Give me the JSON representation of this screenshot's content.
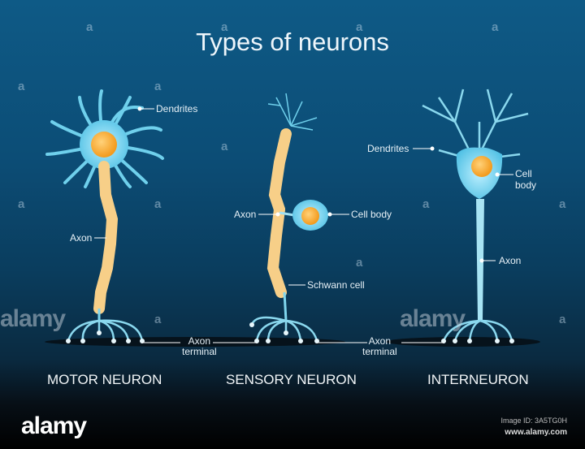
{
  "title": "Types of neurons",
  "neurons": [
    {
      "name": "MOTOR NEURON",
      "labels": {
        "dendrites": "Dendrites",
        "axon": "Axon"
      }
    },
    {
      "name": "SENSORY NEURON",
      "labels": {
        "axon": "Axon",
        "cell_body": "Cell body",
        "schwann": "Schwann cell"
      }
    },
    {
      "name": "INTERNEURON",
      "labels": {
        "dendrites": "Dendrites",
        "cell_body_1": "Cell",
        "cell_body_2": "body",
        "axon": "Axon"
      }
    }
  ],
  "axon_terminal": {
    "line1": "Axon",
    "line2": "terminal"
  },
  "watermark": {
    "small": "a",
    "big": "alamy"
  },
  "footer": {
    "logo": "alamy",
    "image_id": "Image ID: 3A5TG0H",
    "url": "www.alamy.com"
  },
  "colors": {
    "background_top": "#0e5a86",
    "dendrite": "#7fd6ee",
    "myelin": "#f5c67a",
    "nucleus": "#f7a623"
  }
}
